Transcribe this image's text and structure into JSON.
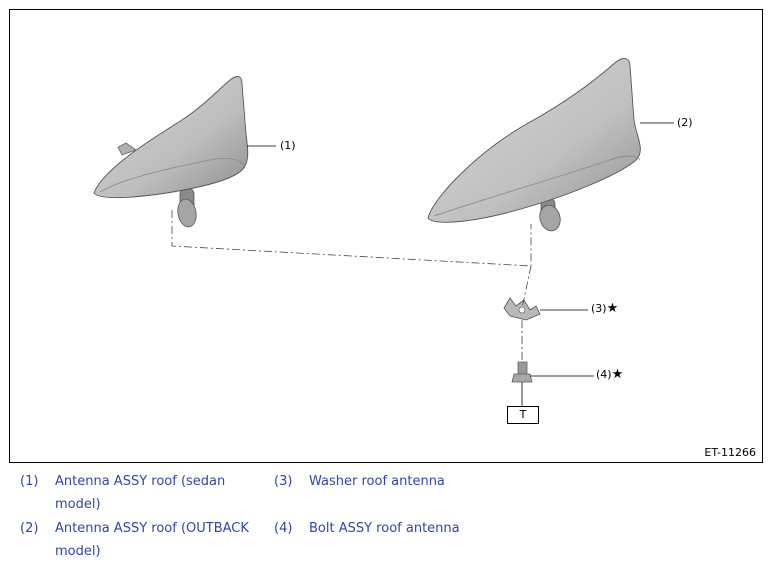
{
  "figure": {
    "id": "ET-11266",
    "callouts": [
      {
        "label": "(1)",
        "star": ""
      },
      {
        "label": "(2)",
        "star": ""
      },
      {
        "label": "(3)",
        "star": "★"
      },
      {
        "label": "(4)",
        "star": "★"
      }
    ],
    "torque_box": "T"
  },
  "legend": [
    {
      "num": "(1)",
      "text": "Antenna ASSY roof (sedan model)"
    },
    {
      "num": "(2)",
      "text": "Antenna ASSY roof (OUTBACK model)"
    },
    {
      "num": "(3)",
      "text": "Washer roof antenna"
    },
    {
      "num": "(4)",
      "text": "Bolt ASSY roof antenna"
    }
  ],
  "colors": {
    "legend_text": "#3344aa",
    "part_fill": "#c7c7c7",
    "part_shade": "#9a9a9a"
  }
}
